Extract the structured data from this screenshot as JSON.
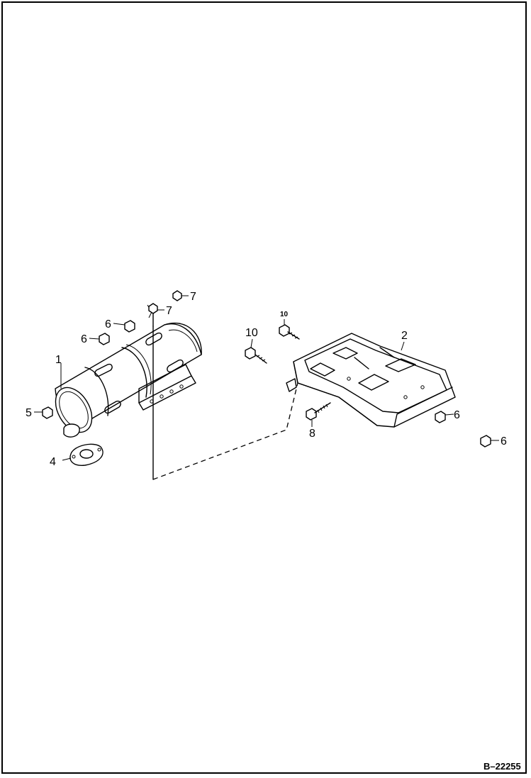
{
  "diagram": {
    "reference_code": "B–22255",
    "callouts": {
      "muffler": "1",
      "heat_shield": "2",
      "gasket": "4",
      "nut_left": "5",
      "nut_upper_a": "6",
      "nut_upper_b": "6",
      "nut_right_a": "6",
      "nut_right_b": "6",
      "bolt_top_a": "7",
      "bolt_top_b": "7",
      "bolt_center": "8",
      "bolt_shield_a": "10",
      "bolt_shield_b": "10"
    },
    "colors": {
      "line": "#000000",
      "background": "#ffffff"
    }
  }
}
